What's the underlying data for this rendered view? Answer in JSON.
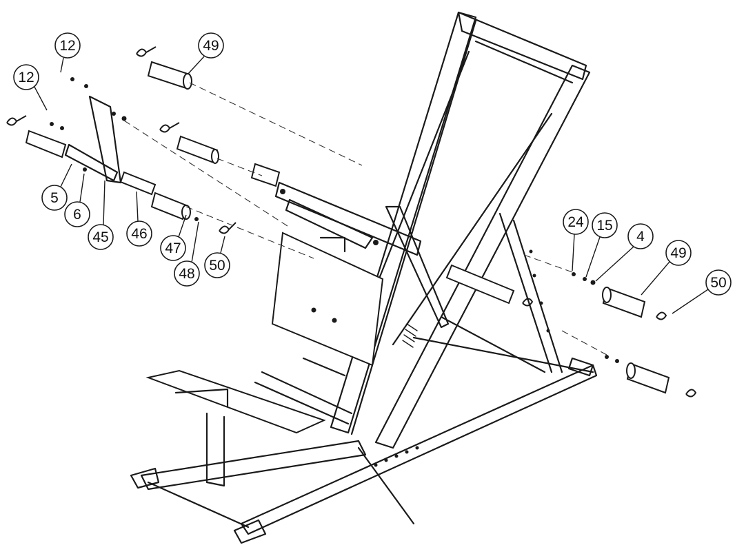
{
  "callouts": [
    {
      "id": "c12a",
      "label": "12"
    },
    {
      "id": "c12b",
      "label": "12"
    },
    {
      "id": "c49a",
      "label": "49"
    },
    {
      "id": "c5",
      "label": "5"
    },
    {
      "id": "c6",
      "label": "6"
    },
    {
      "id": "c45",
      "label": "45"
    },
    {
      "id": "c46",
      "label": "46"
    },
    {
      "id": "c47",
      "label": "47"
    },
    {
      "id": "c48",
      "label": "48"
    },
    {
      "id": "c50a",
      "label": "50"
    },
    {
      "id": "c24",
      "label": "24"
    },
    {
      "id": "c15",
      "label": "15"
    },
    {
      "id": "c4",
      "label": "4"
    },
    {
      "id": "c49b",
      "label": "49"
    },
    {
      "id": "c50b",
      "label": "50"
    }
  ],
  "colors": {
    "line": "#1a1a1a",
    "background": "#ffffff"
  }
}
